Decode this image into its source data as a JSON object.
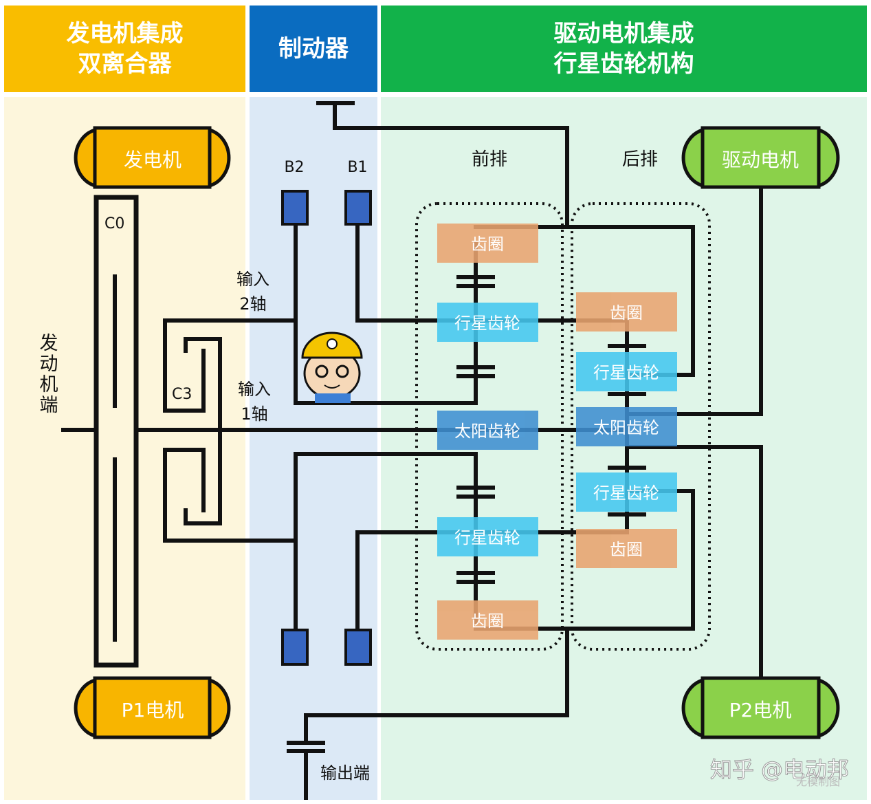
{
  "headers": {
    "generator_clutch": "发电机集成\n双离合器",
    "brake": "制动器",
    "drive_gearset": "驱动电机集成\n行星齿轮机构"
  },
  "labels": {
    "generator": "发电机",
    "p1_motor": "P1电机",
    "drive_motor": "驱动电机",
    "p2_motor": "P2电机",
    "c0": "C0",
    "c3": "C3",
    "engine_end": "发动机端",
    "input_shaft_2_line1": "输入",
    "input_shaft_2_line2": "2轴",
    "input_shaft_1_line1": "输入",
    "input_shaft_1_line2": "1轴",
    "b2": "B2",
    "b1": "B1",
    "front_row": "前排",
    "rear_row": "后排",
    "ring_gear": "齿圈",
    "planet_gear": "行星齿轮",
    "sun_gear": "太阳齿轮",
    "output_end": "输出端",
    "watermark": "知乎 @电动邦",
    "watermark_sub": "无模制图"
  },
  "colors": {
    "orange_header": "#f9bd00",
    "blue_header": "#0a6cc0",
    "green_header": "#12b24a",
    "orange_bg": "#fdf6dc",
    "blue_bg": "#dce9f6",
    "green_bg": "#dff5e8",
    "motor_orange": "#f8b500",
    "motor_green": "#8bd14a",
    "ring_fill": "#e9a46f",
    "planet_fill": "#45c8f0",
    "sun_fill": "#3f8fd1",
    "brake_fill": "#3766c1"
  }
}
